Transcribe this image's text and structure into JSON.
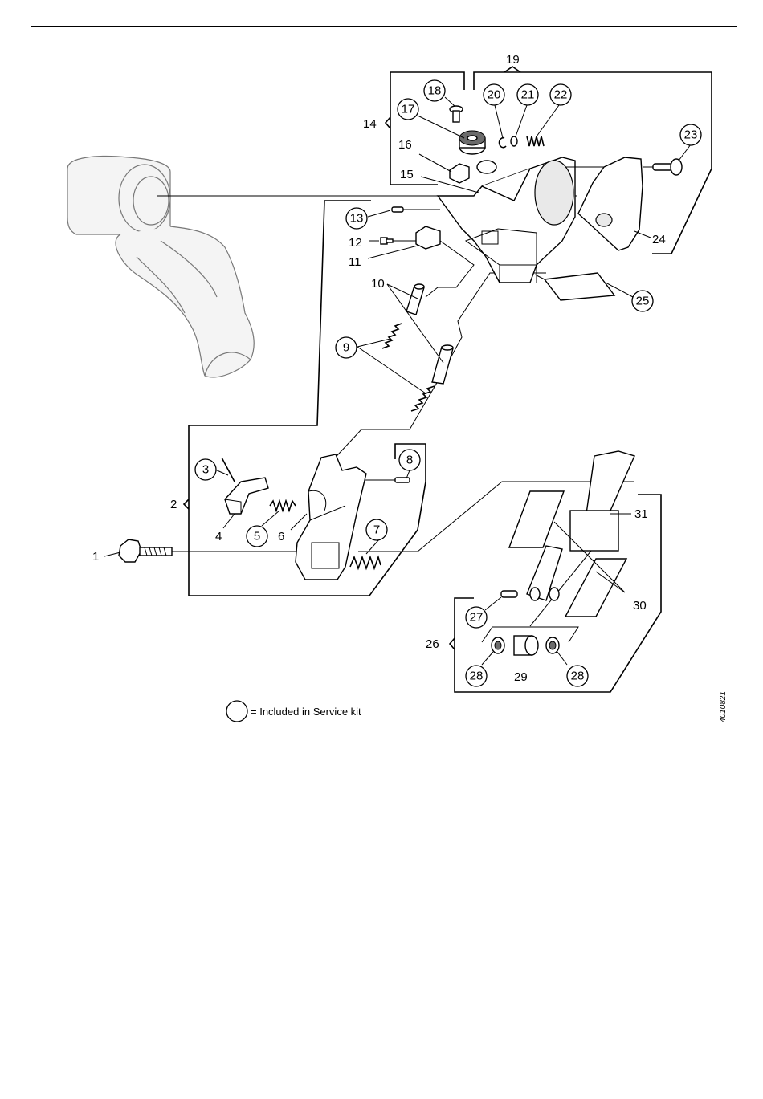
{
  "figure": {
    "drawing_number": "4010821",
    "legend": "= Included in Service kit",
    "callouts_circled": [
      "3",
      "5",
      "7",
      "8",
      "9",
      "13",
      "17",
      "18",
      "20",
      "21",
      "22",
      "23",
      "25",
      "27",
      "28",
      "29_no",
      "28b"
    ],
    "labels": {
      "p1": "1",
      "p2": "2",
      "p3": "3",
      "p4": "4",
      "p5": "5",
      "p6": "6",
      "p7": "7",
      "p8": "8",
      "p9": "9",
      "p10": "10",
      "p11": "11",
      "p12": "12",
      "p13": "13",
      "p14": "14",
      "p15": "15",
      "p16": "16",
      "p17": "17",
      "p18": "18",
      "p19": "19",
      "p20": "20",
      "p21": "21",
      "p22": "22",
      "p23": "23",
      "p24": "24",
      "p25": "25",
      "p26": "26",
      "p27": "27",
      "p28a": "28",
      "p28b": "28",
      "p29": "29",
      "p30": "30",
      "p31": "31"
    }
  }
}
